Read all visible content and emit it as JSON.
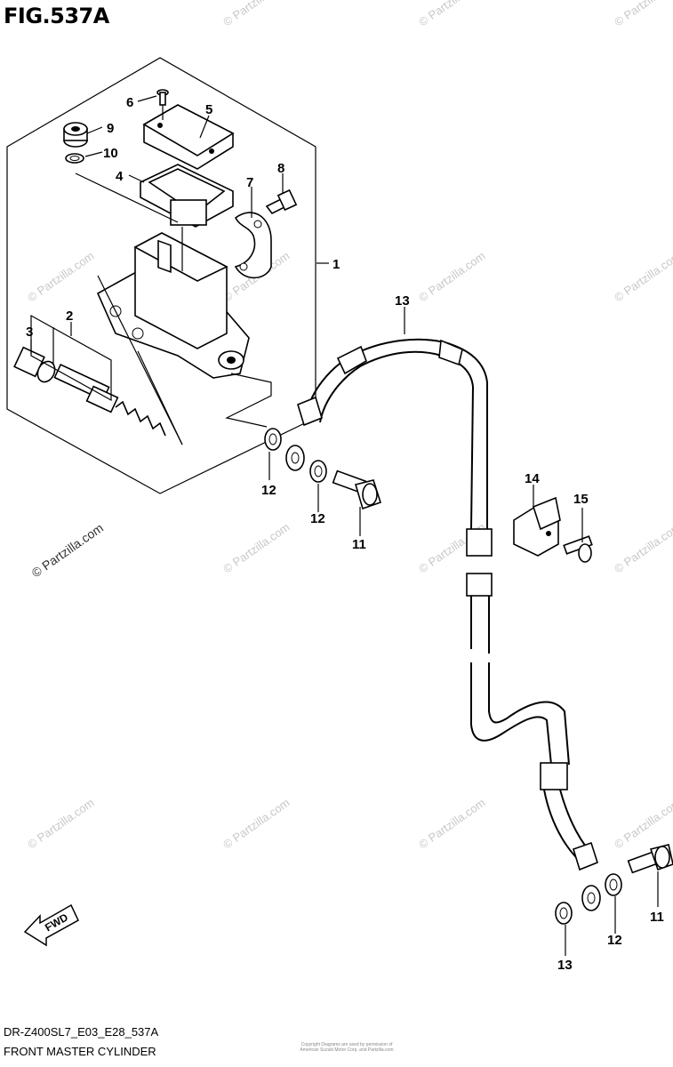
{
  "figure": {
    "title": "FIG.537A",
    "code": "DR-Z400SL7_E03_E28_537A",
    "caption": "FRONT MASTER CYLINDER",
    "copyright": "Copyright\nDiagrams are used by permission of American Suzuki Motor Corp. and Partzilla.com"
  },
  "watermark": {
    "text": "© Partzilla.com"
  },
  "fwd_label": "FWD",
  "callouts": [
    {
      "id": "1",
      "label": "1"
    },
    {
      "id": "2",
      "label": "2"
    },
    {
      "id": "3",
      "label": "3"
    },
    {
      "id": "4",
      "label": "4"
    },
    {
      "id": "5",
      "label": "5"
    },
    {
      "id": "6",
      "label": "6"
    },
    {
      "id": "7",
      "label": "7"
    },
    {
      "id": "8",
      "label": "8"
    },
    {
      "id": "9",
      "label": "9"
    },
    {
      "id": "10",
      "label": "10"
    },
    {
      "id": "11a",
      "label": "11"
    },
    {
      "id": "11b",
      "label": "11"
    },
    {
      "id": "12a",
      "label": "12"
    },
    {
      "id": "12b",
      "label": "12"
    },
    {
      "id": "12c",
      "label": "12"
    },
    {
      "id": "12d",
      "label": "12"
    },
    {
      "id": "13",
      "label": "13"
    },
    {
      "id": "14",
      "label": "14"
    },
    {
      "id": "15",
      "label": "15"
    }
  ]
}
